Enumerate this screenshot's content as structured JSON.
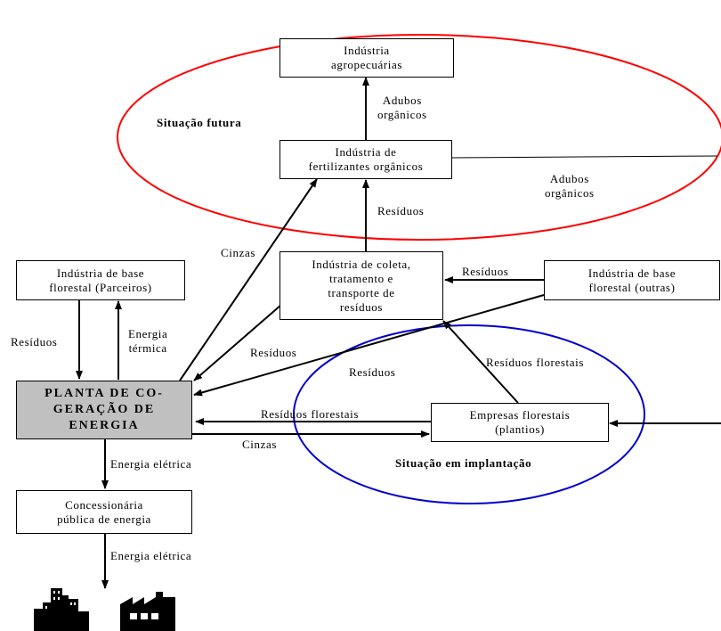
{
  "nodes": {
    "agro": "Indústria\nagropecuárias",
    "fert": "Indústria de\nfertilizantes orgânicos",
    "coleta": "Indústria de coleta,\ntratamento e\ntransporte de\nresíduos",
    "base_parc": "Indústria de base\nflorestal (Parceiros)",
    "base_outras": "Indústria de base\nflorestal (outras)",
    "planta": "PLANTA DE CO-\nGERAÇÃO DE\nENERGIA",
    "empresas": "Empresas florestais\n(plantios)",
    "concess": "Concessionária\npública de energia"
  },
  "regions": {
    "futura": "Situação futura",
    "implantacao": "Situação em implantação"
  },
  "flows": {
    "adubos1": "Adubos\norgânicos",
    "adubos2": "Adubos\norgânicos",
    "residuos_fert": "Resíduos",
    "cinzas_top": "Cinzas",
    "residuos_outras": "Resíduos",
    "residuos_parc": "Resíduos",
    "energia_termica": "Energia\ntérmica",
    "residuos_coleta": "Resíduos",
    "residuos_diag": "Resíduos",
    "residuos_florestais_up": "Resíduos florestais",
    "residuos_florestais_left": "Resíduos florestais",
    "cinzas_bottom": "Cinzas",
    "energia_eletrica1": "Energia elétrica",
    "energia_eletrica2": "Energia elétrica"
  },
  "colors": {
    "futura_ellipse": "#ff0000",
    "implantacao_ellipse": "#0000cc",
    "plant_fill": "#c0c0c0"
  },
  "icons": [
    "city-buildings-icon",
    "factory-icon"
  ]
}
